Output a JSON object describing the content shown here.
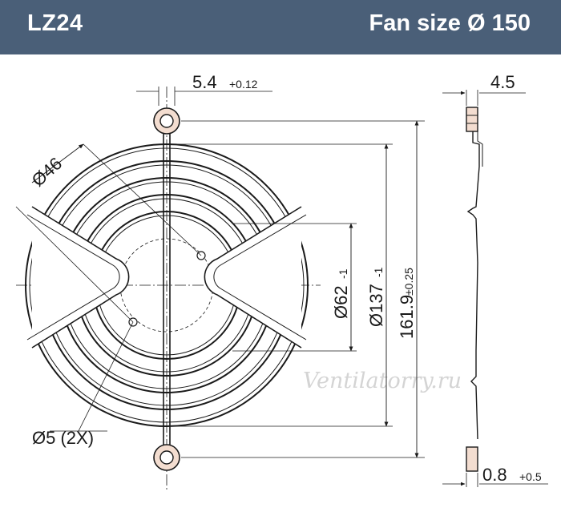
{
  "header": {
    "model": "LZ24",
    "fan_size": "Fan size Ø 150"
  },
  "dimensions": {
    "slot_width": "5.4",
    "slot_width_tol": "+0.12",
    "inner_diameter": "Ø46",
    "diameter_62": "Ø62",
    "diameter_62_tol": "-1",
    "diameter_137": "Ø137",
    "diameter_137_tol": "-1",
    "overall_height": "161.9",
    "overall_height_tol": "±0.25",
    "thickness": "4.5",
    "wire": "0.8",
    "wire_tol": "+0.5",
    "holes": "Ø5 (2X)"
  },
  "watermark": "Ventilatorry.ru",
  "colors": {
    "header_bg": "#4a5f78",
    "line": "#1a1a1a",
    "wire_fill": "#f3ddd0"
  }
}
